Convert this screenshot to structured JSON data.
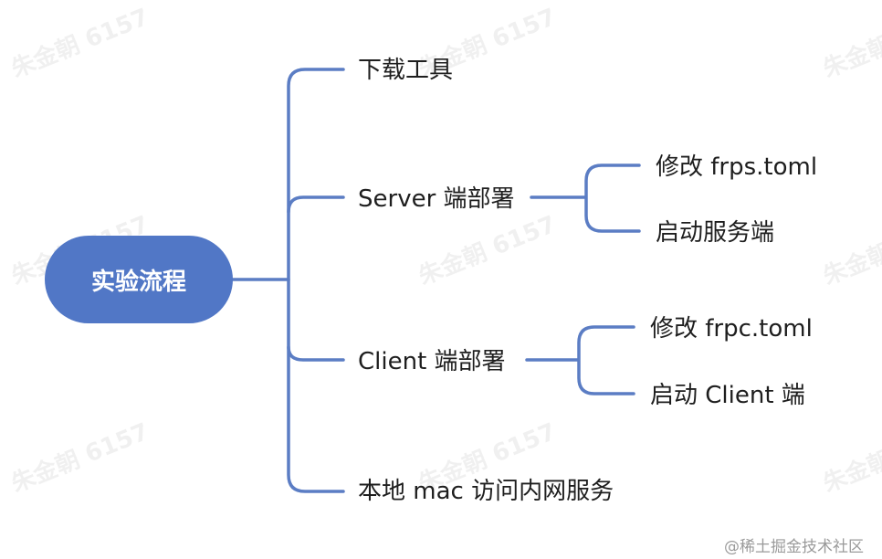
{
  "diagram": {
    "root": "实验流程",
    "branches": [
      {
        "label": "下载工具",
        "children": []
      },
      {
        "label": "Server 端部署",
        "children": [
          "修改 frps.toml",
          "启动服务端"
        ]
      },
      {
        "label": "Client 端部署",
        "children": [
          "修改 frpc.toml",
          "启动 Client 端"
        ]
      },
      {
        "label": "本地 mac 访问内网服务",
        "children": []
      }
    ],
    "line_color": "#5b7dc4",
    "root_color": "#5177c6"
  },
  "watermark": "朱金朝 6157",
  "credit": "@稀土掘金技术社区"
}
